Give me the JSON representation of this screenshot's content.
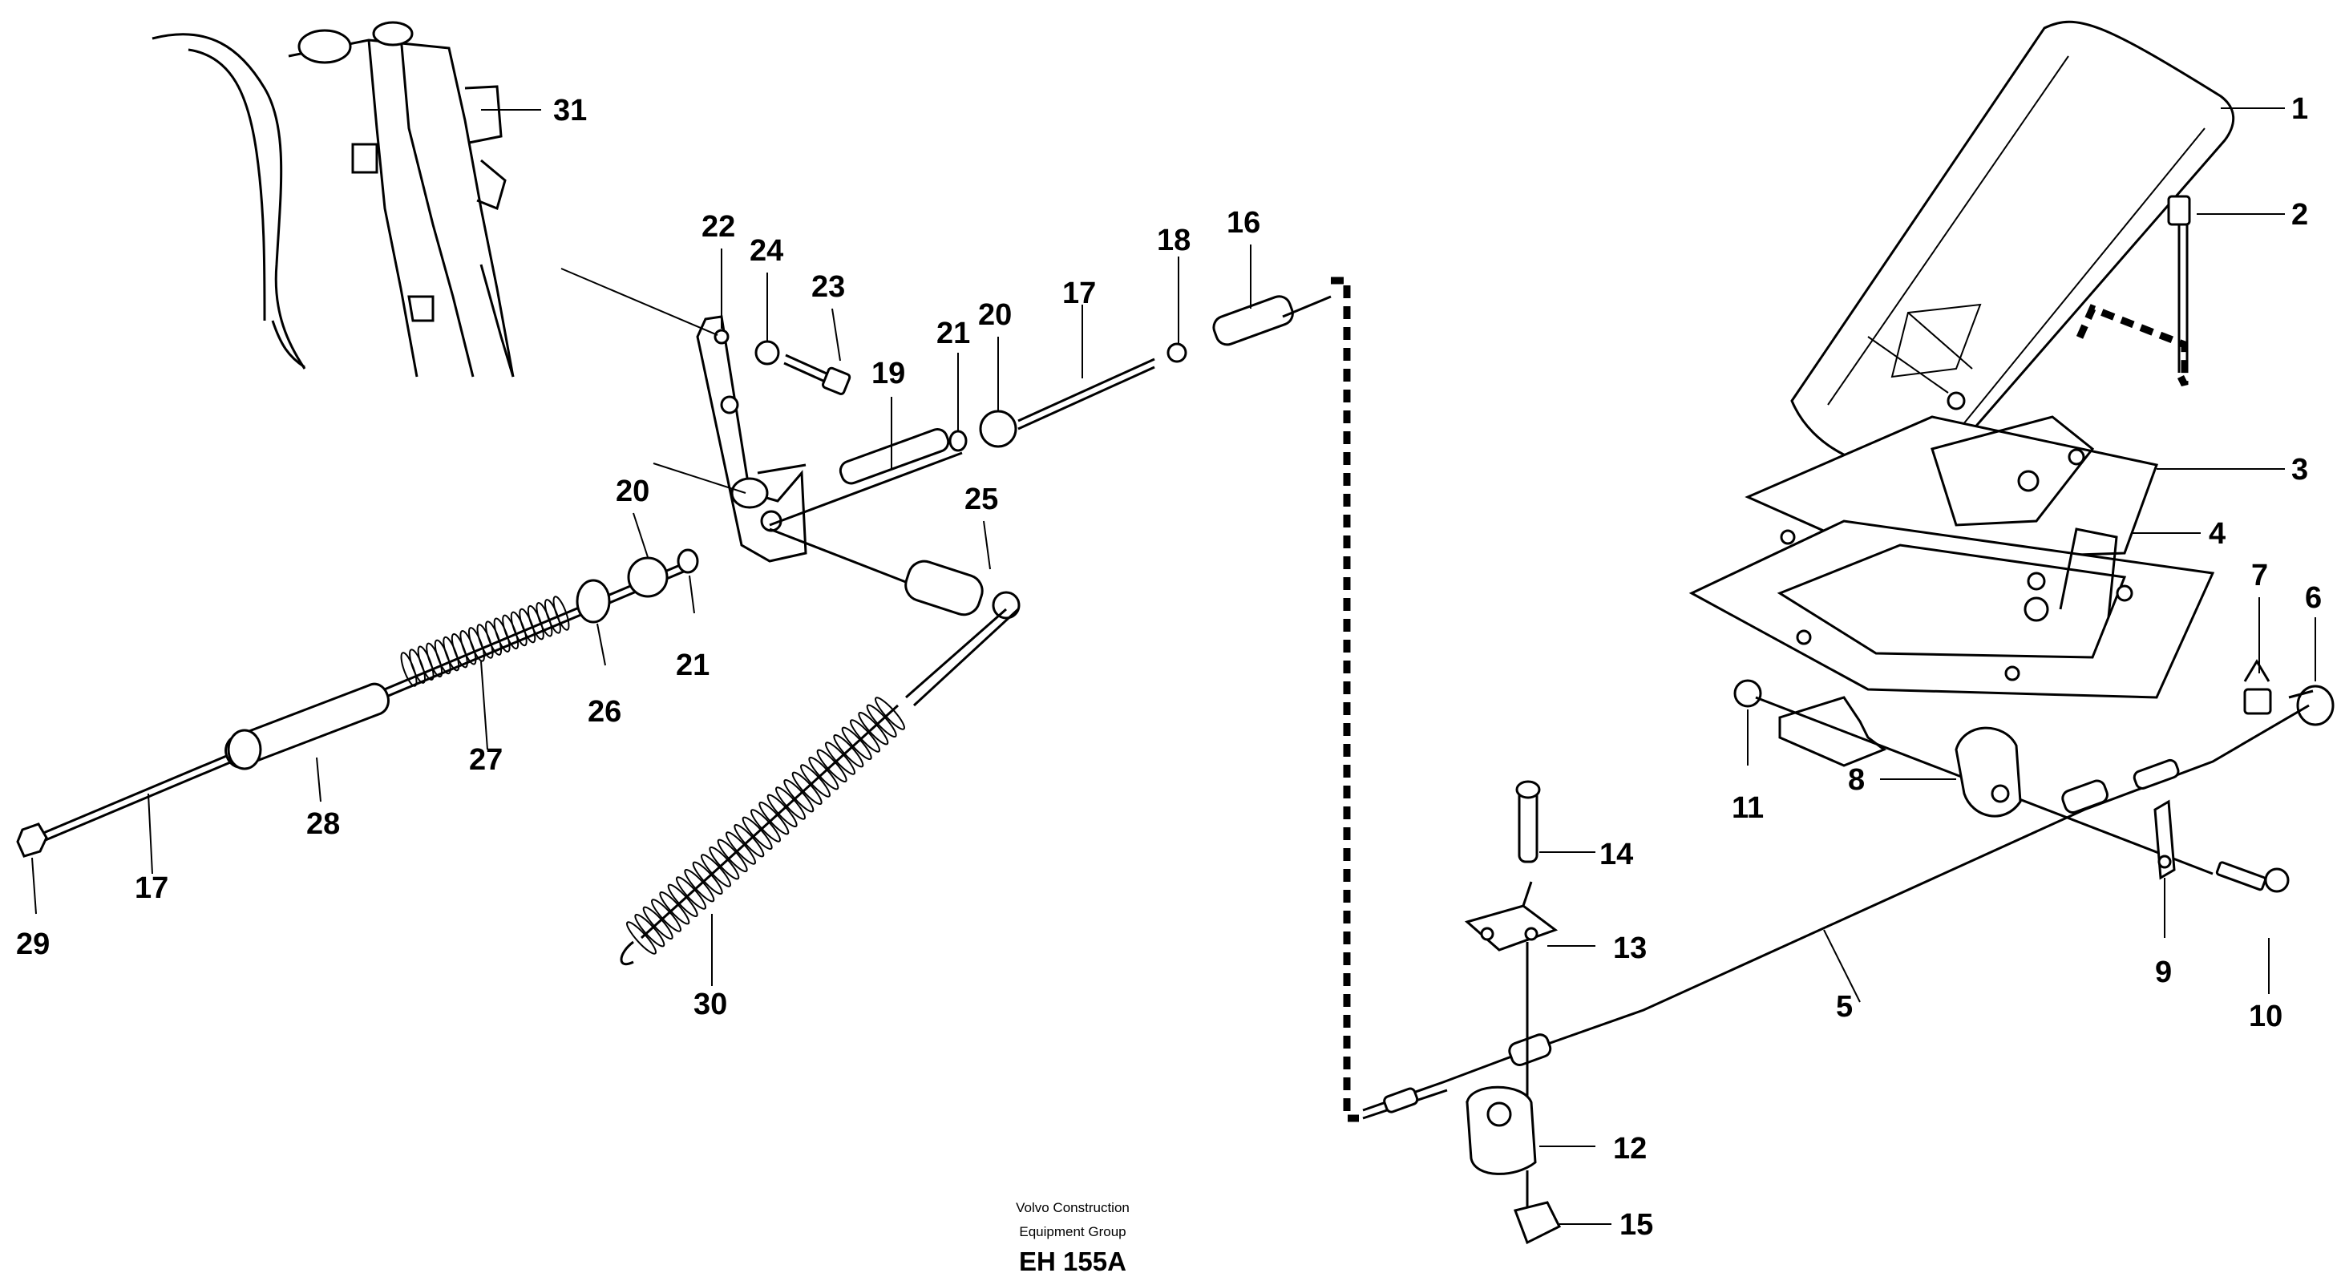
{
  "callouts": {
    "c1": "1",
    "c2": "2",
    "c3": "3",
    "c4": "4",
    "c5": "5",
    "c6": "6",
    "c7": "7",
    "c8": "8",
    "c9": "9",
    "c10": "10",
    "c11": "11",
    "c12": "12",
    "c13": "13",
    "c14": "14",
    "c15": "15",
    "c16": "16",
    "c17a": "17",
    "c17b": "17",
    "c18": "18",
    "c19": "19",
    "c20a": "20",
    "c20b": "20",
    "c21a": "21",
    "c21b": "21",
    "c22": "22",
    "c23": "23",
    "c24": "24",
    "c25": "25",
    "c26": "26",
    "c27": "27",
    "c28": "28",
    "c29": "29",
    "c30": "30",
    "c31": "31"
  },
  "credit": {
    "line1": "Volvo Construction",
    "line2": "Equipment Group",
    "code": "EH 155A"
  }
}
